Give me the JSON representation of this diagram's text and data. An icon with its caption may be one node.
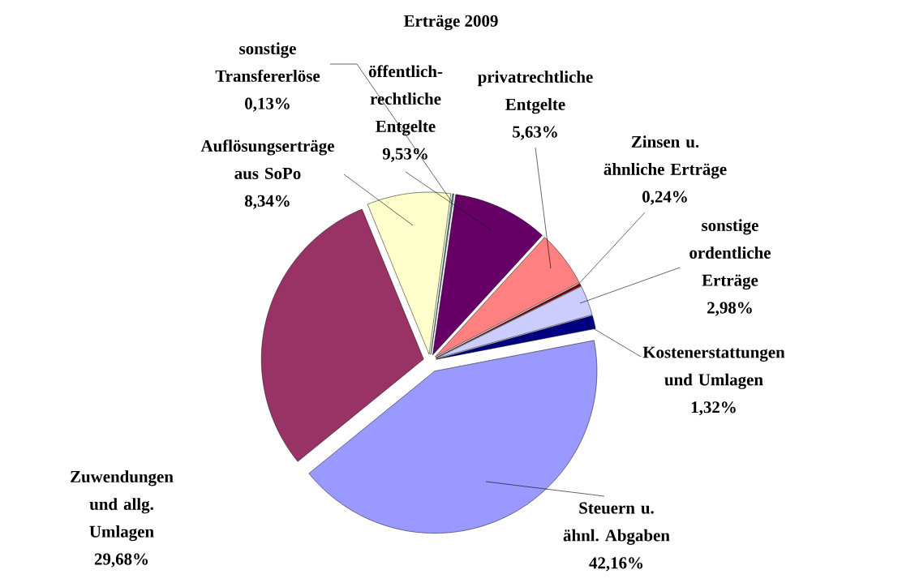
{
  "diagram": {
    "chart_data": {
      "type": "pie",
      "title": "Erträge 2009",
      "categories": [
        "Steuern u. ähnl. Abgaben",
        "Zuwendungen und allg. Umlagen",
        "Auflösungserträge aus SoPo",
        "sonstige Transfererlöse",
        "öffentlich-rechtliche Entgelte",
        "privatrechtliche Entgelte",
        "Zinsen u. ähnliche Erträge",
        "sonstige ordentliche Erträge",
        "Kostenerstattungen und Umlagen"
      ],
      "values": [
        42.16,
        29.68,
        8.34,
        0.13,
        9.53,
        5.63,
        0.24,
        2.98,
        1.32
      ],
      "colors": [
        "#9999ff",
        "#993366",
        "#ffffcc",
        "#669999",
        "#660066",
        "#ff8080",
        "#800000",
        "#ccccff",
        "#000080"
      ],
      "value_labels": [
        "42,16%",
        "29,68%",
        "8,34%",
        "0,13%",
        "9,53%",
        "5,63%",
        "0,24%",
        "2,98%",
        "1,32%"
      ]
    }
  }
}
